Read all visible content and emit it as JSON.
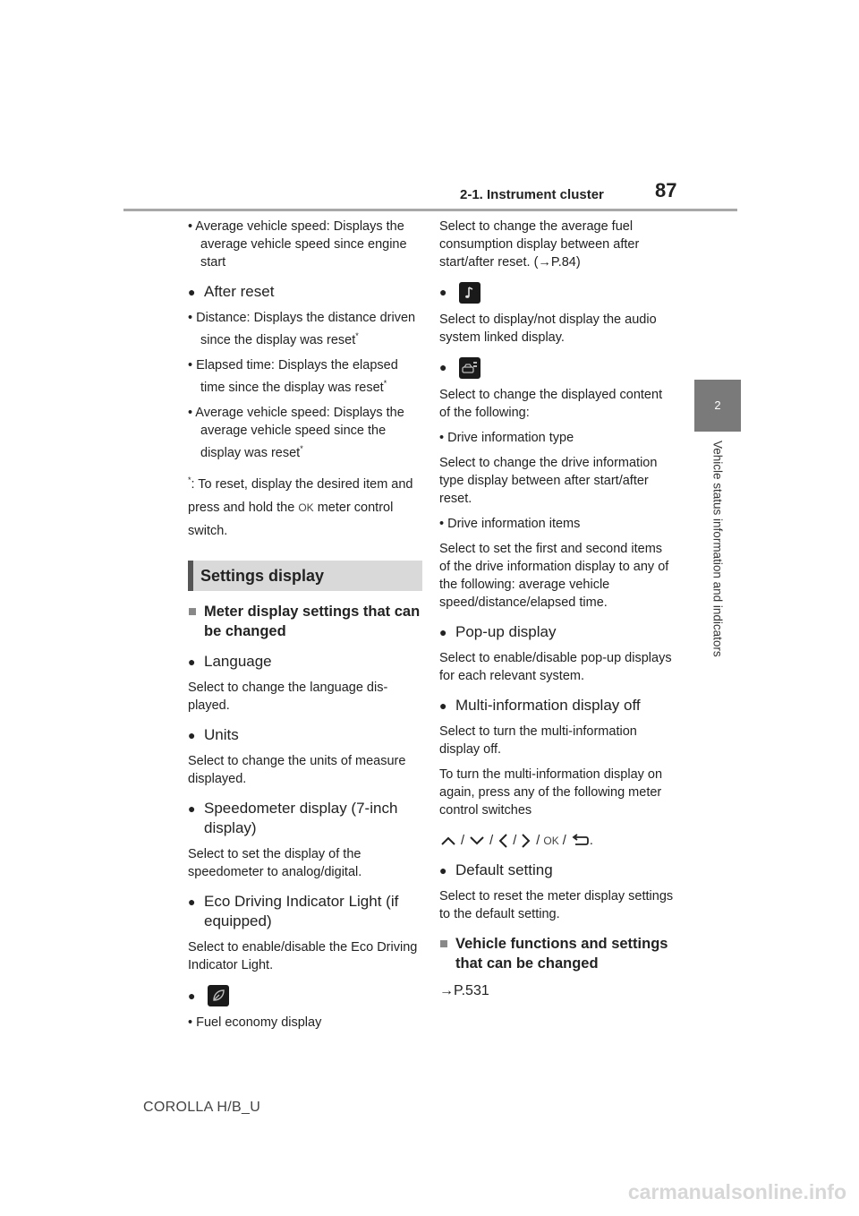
{
  "header": {
    "title": "2-1. Instrument cluster",
    "page": "87"
  },
  "side": {
    "tab": "2",
    "label": "Vehicle status information and indicators"
  },
  "left": {
    "b1": "• Average vehicle speed: Displays the average vehicle speed since engine start",
    "h_after_reset": "After reset",
    "b2": "• Distance: Displays the distance driven since the display was reset",
    "b3": "• Elapsed time: Displays the elapsed time since the display was reset",
    "b4": "• Average vehicle speed: Displays the average vehicle speed since the display was reset",
    "star": "*",
    "note_a": ": To reset, display the desired item and press and hold the ",
    "note_ok": "OK",
    "note_b": " meter control switch.",
    "settings_box": "Settings display",
    "sec1": "Meter display settings that can be changed",
    "h_language": "Language",
    "t_language": "Select to change the language displayed.",
    "t_language_a": "Select to change the language dis-",
    "t_language_b": "played.",
    "h_units": "Units",
    "t_units": "Select to change the units of measure displayed.",
    "h_speedo": "Speedometer display (7-inch display)",
    "t_speedo": "Select to set the display of the speedometer to analog/digital.",
    "h_eco": "Eco Driving Indicator Light (if equipped)",
    "t_eco": "Select to enable/disable the Eco Driving Indicator Light.",
    "b_fuel": "• Fuel economy display"
  },
  "right": {
    "t_fuel": "Select to change the average fuel consumption display between after start/after reset. (→P.84)",
    "t_audio": "Select to display/not display the audio system linked display.",
    "t_drive": "Select to change the displayed content of the following:",
    "b_drive_type": "• Drive information type",
    "t_drive_type": "Select to change the drive information type display between after start/after reset.",
    "b_drive_items": "• Drive information items",
    "t_drive_items": "Select to set the first and second items of the drive information display to any of the following: average vehicle speed/distance/elapsed time.",
    "h_popup": "Pop-up display",
    "t_popup": "Select to enable/disable pop-up displays for each relevant system.",
    "h_mid_off": "Multi-information display off",
    "t_mid_off1": "Select to turn the multi-information display off.",
    "t_mid_off2": "To turn the multi-information display on again, press any of the following meter control switches",
    "keys_ok": "OK",
    "h_default": "Default setting",
    "t_default": "Select to reset the meter display settings to the default setting.",
    "sec2": "Vehicle functions and settings that can be changed",
    "ref": "→P.531"
  },
  "footer": "COROLLA H/B_U",
  "watermark": "carmanualsonline.info"
}
